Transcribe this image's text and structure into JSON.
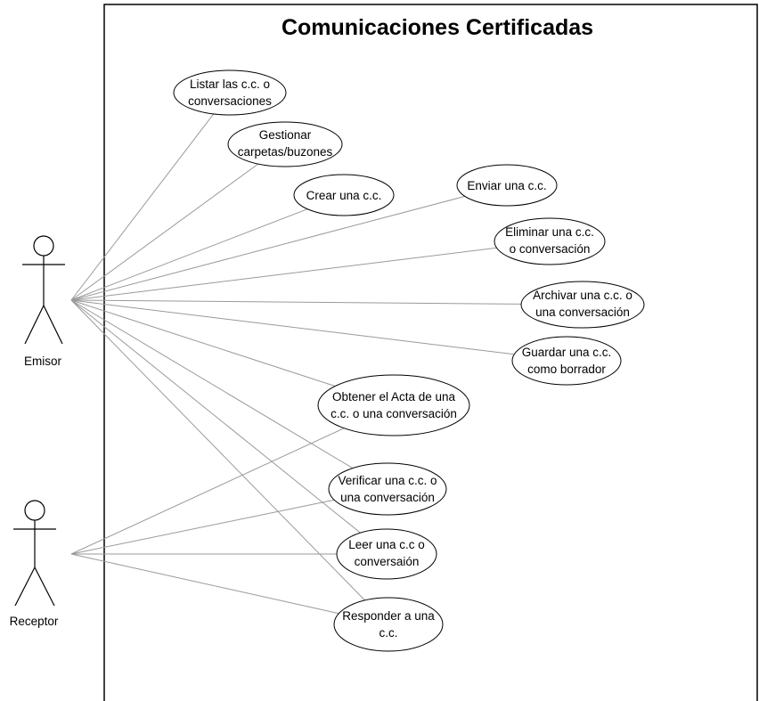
{
  "diagram": {
    "title": "Comunicaciones Certificadas",
    "actors": [
      {
        "id": "emisor",
        "label": "Emisor"
      },
      {
        "id": "receptor",
        "label": "Receptor"
      }
    ],
    "use_cases": [
      {
        "id": "listar",
        "lines": [
          "Listar las c.c. o",
          "conversaciones"
        ]
      },
      {
        "id": "gestionar",
        "lines": [
          "Gestionar",
          "carpetas/buzones"
        ]
      },
      {
        "id": "crear",
        "lines": [
          "Crear una c.c."
        ]
      },
      {
        "id": "enviar",
        "lines": [
          "Enviar una c.c."
        ]
      },
      {
        "id": "eliminar",
        "lines": [
          "Eliminar una c.c.",
          "o conversación"
        ]
      },
      {
        "id": "archivar",
        "lines": [
          "Archivar una c.c. o",
          "una conversación"
        ]
      },
      {
        "id": "guardar",
        "lines": [
          "Guardar una c.c.",
          "como borrador"
        ]
      },
      {
        "id": "obtener",
        "lines": [
          "Obtener el Acta de una",
          "c.c. o una conversación"
        ]
      },
      {
        "id": "verificar",
        "lines": [
          "Verificar una c.c. o",
          "una conversación"
        ]
      },
      {
        "id": "leer",
        "lines": [
          "Leer una c.c o",
          "conversaión"
        ]
      },
      {
        "id": "responder",
        "lines": [
          "Responder a una",
          "c.c."
        ]
      }
    ],
    "associations": [
      {
        "actor": "emisor",
        "use_case": "listar"
      },
      {
        "actor": "emisor",
        "use_case": "gestionar"
      },
      {
        "actor": "emisor",
        "use_case": "crear"
      },
      {
        "actor": "emisor",
        "use_case": "enviar"
      },
      {
        "actor": "emisor",
        "use_case": "eliminar"
      },
      {
        "actor": "emisor",
        "use_case": "archivar"
      },
      {
        "actor": "emisor",
        "use_case": "guardar"
      },
      {
        "actor": "emisor",
        "use_case": "obtener"
      },
      {
        "actor": "emisor",
        "use_case": "verificar"
      },
      {
        "actor": "emisor",
        "use_case": "leer"
      },
      {
        "actor": "emisor",
        "use_case": "responder"
      },
      {
        "actor": "receptor",
        "use_case": "obtener"
      },
      {
        "actor": "receptor",
        "use_case": "verificar"
      },
      {
        "actor": "receptor",
        "use_case": "leer"
      },
      {
        "actor": "receptor",
        "use_case": "responder"
      }
    ]
  }
}
